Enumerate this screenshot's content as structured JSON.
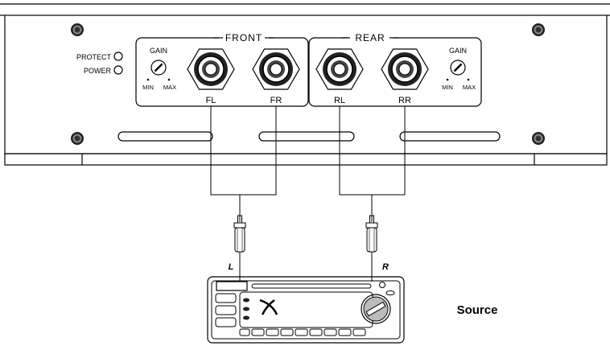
{
  "amplifier": {
    "indicators": {
      "protect": "PROTECT",
      "power": "POWER"
    },
    "front": {
      "title": "FRONT",
      "gain": {
        "label": "GAIN",
        "min": "MIN",
        "max": "MAX"
      },
      "jacks": [
        "FL",
        "FR"
      ]
    },
    "rear": {
      "title": "REAR",
      "gain": {
        "label": "GAIN",
        "min": "MIN",
        "max": "MAX"
      },
      "jacks": [
        "RL",
        "RR"
      ]
    }
  },
  "cables": {
    "left_label": "L",
    "right_label": "R"
  },
  "source": {
    "label": "Source"
  },
  "icons": [
    "screw-icon",
    "led-icon",
    "gain-knob-icon",
    "rca-jack-icon",
    "rca-plug-icon",
    "head-unit-icon"
  ]
}
